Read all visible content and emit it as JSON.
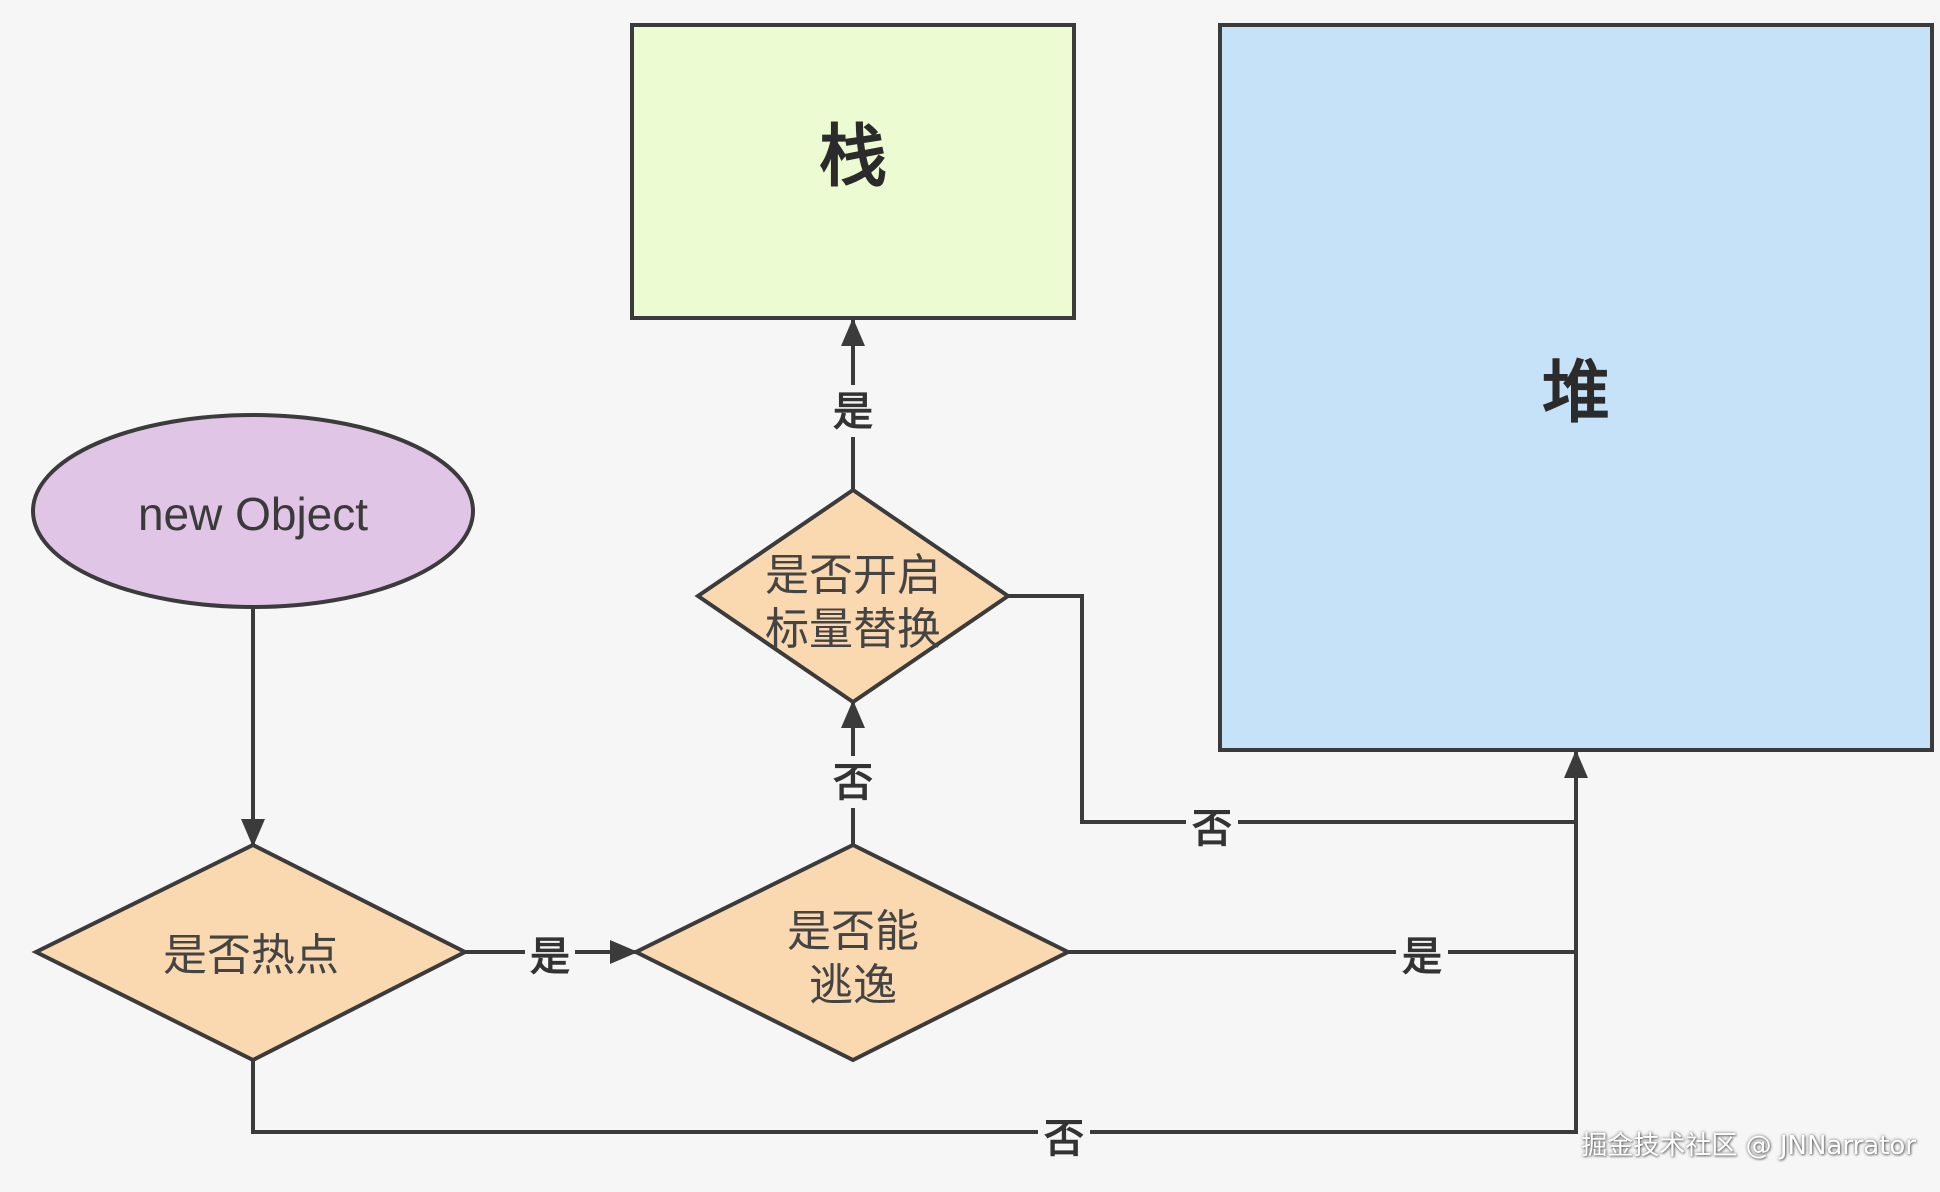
{
  "nodes": {
    "start": "new Object",
    "hotspot": "是否热点",
    "escape": [
      "是否能",
      "逃逸"
    ],
    "scalar": [
      "是否开启",
      "标量替换"
    ],
    "stack": "栈",
    "heap": "堆"
  },
  "edges": {
    "hotspot_yes": "是",
    "hotspot_no": "否",
    "escape_no": "否",
    "escape_yes": "是",
    "scalar_yes": "是",
    "scalar_no": "否"
  },
  "watermark": "掘金技术社区 @ JNNarrator",
  "colors": {
    "background": "#f6f6f6",
    "start_fill": "#e1c5e6",
    "decision_fill": "#fbd9b0",
    "stack_fill": "#edfbd2",
    "heap_fill": "#c6e2f8",
    "line": "#3b3b3b"
  }
}
